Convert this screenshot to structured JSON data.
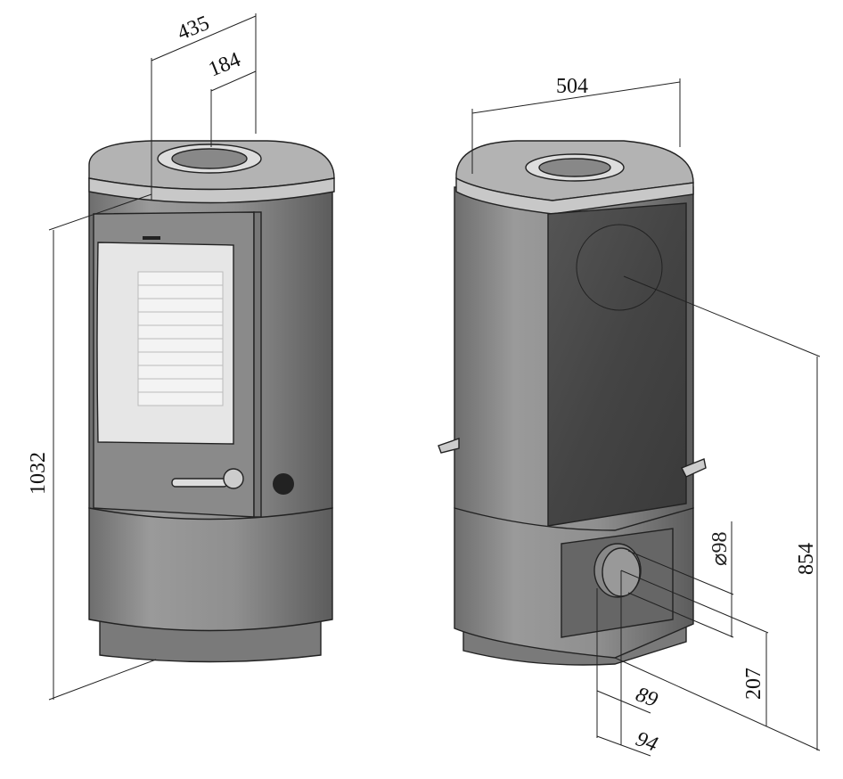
{
  "drawing": {
    "dimensions": {
      "total_width": "435",
      "flue_offset": "184",
      "depth": "504",
      "total_height": "1032",
      "rear_outlet_height": "854",
      "outlet_diameter": "⌀98",
      "outlet_center_height": "207",
      "offset_89": "89",
      "offset_94": "94"
    },
    "colors": {
      "body": "#8d8d8d",
      "top": "#b5b5b5",
      "panel": "#4a4a4a",
      "glass": "#e4e4e4"
    }
  }
}
